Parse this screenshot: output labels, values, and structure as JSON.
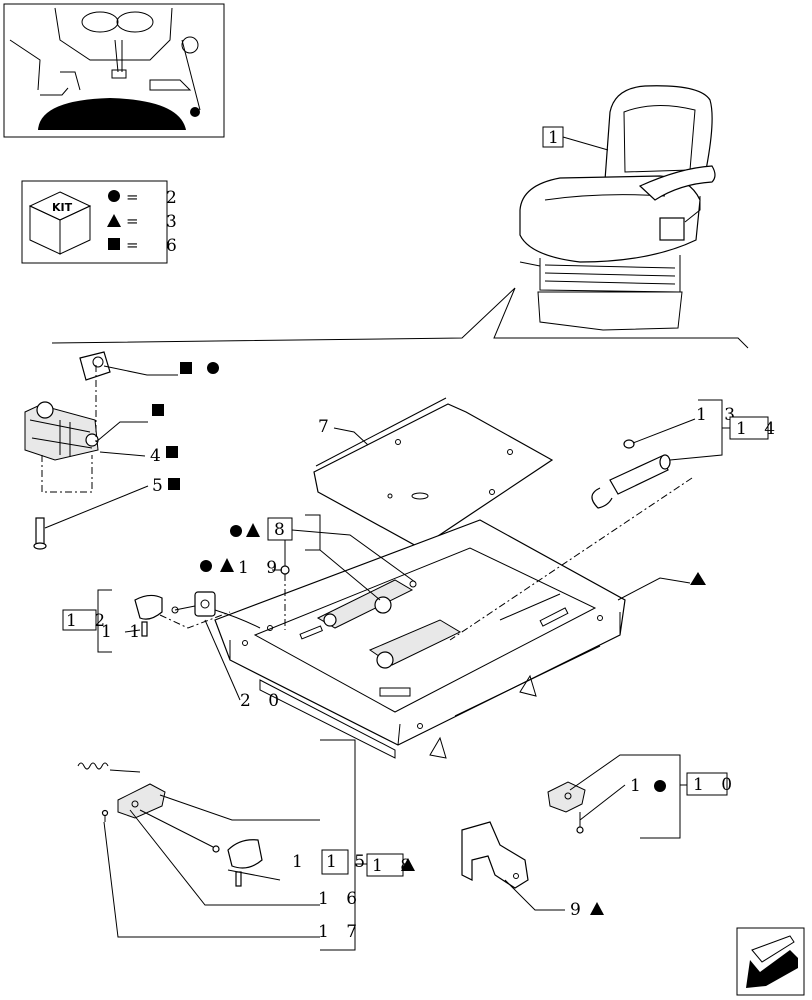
{
  "kit_legend": {
    "kit_label": "KIT",
    "rows": [
      {
        "symbol": "circle",
        "eq": "=",
        "value": "2"
      },
      {
        "symbol": "triangle",
        "eq": "=",
        "value": "3"
      },
      {
        "symbol": "square",
        "eq": "=",
        "value": "6"
      }
    ]
  },
  "callouts": {
    "c1": "1",
    "c7": "7",
    "c13": "1 3",
    "c14": "1 4",
    "c4": "4",
    "c5": "5",
    "c8": "8",
    "c19": "1 9",
    "c12": "1 2",
    "c11": "1 1",
    "c20": "2 0",
    "c10": "1 0",
    "c1x": "1",
    "c9": "9",
    "c_11": "1 1",
    "c15": "1 5",
    "c18": "1 8",
    "c16": "1 6",
    "c17": "1 7"
  },
  "colors": {
    "ink": "#000000",
    "paper": "#ffffff",
    "fill": "#e8e8e8"
  },
  "icons": [
    "circle-marker-icon",
    "triangle-marker-icon",
    "square-marker-icon",
    "next-page-arrow-icon"
  ]
}
